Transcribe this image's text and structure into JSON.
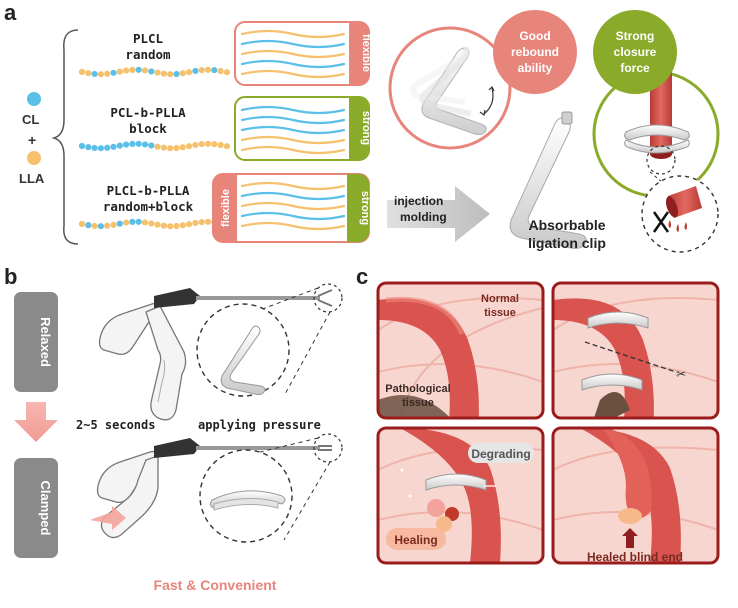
{
  "panels": {
    "a": "a",
    "b": "b",
    "c": "c"
  },
  "monomers": {
    "cl": "CL",
    "plus": "+",
    "lla": "LLA"
  },
  "copolymers": [
    {
      "name": "PLCL",
      "kind": "random"
    },
    {
      "name": "PCL-b-PLLA",
      "kind": "block"
    },
    {
      "name": "PLCL-b-PLLA",
      "kind": "random+block"
    }
  ],
  "tags": {
    "flexible": "flexible",
    "strong": "strong"
  },
  "process": {
    "line1": "injection",
    "line2": "molding"
  },
  "product": {
    "line1": "Absorbable",
    "line2": "ligation clip"
  },
  "properties": {
    "rebound": [
      "Good",
      "rebound",
      "ability"
    ],
    "closure": [
      "Strong",
      "closure",
      "force"
    ]
  },
  "states": {
    "relaxed": "Relaxed",
    "clamped": "Clamped"
  },
  "timing": "2~5 seconds",
  "pressure": "applying pressure",
  "slogan": "Fast & Convenient",
  "tissue": {
    "normal": [
      "Normal",
      "tissue"
    ],
    "pathological": [
      "Pathological",
      "tissue"
    ],
    "degrading": "Degrading",
    "healing": "Healing",
    "healed": "Healed blind end"
  },
  "colors": {
    "salmon": "#e8857a",
    "green": "#8aaa2a",
    "blue": "#5bc0e8",
    "yellow": "#f5c16c",
    "vessel": "#d9534f",
    "tissue_bg": "#f8d6d0",
    "frame": "#9b1c1c",
    "gray": "#8a8a8a"
  }
}
